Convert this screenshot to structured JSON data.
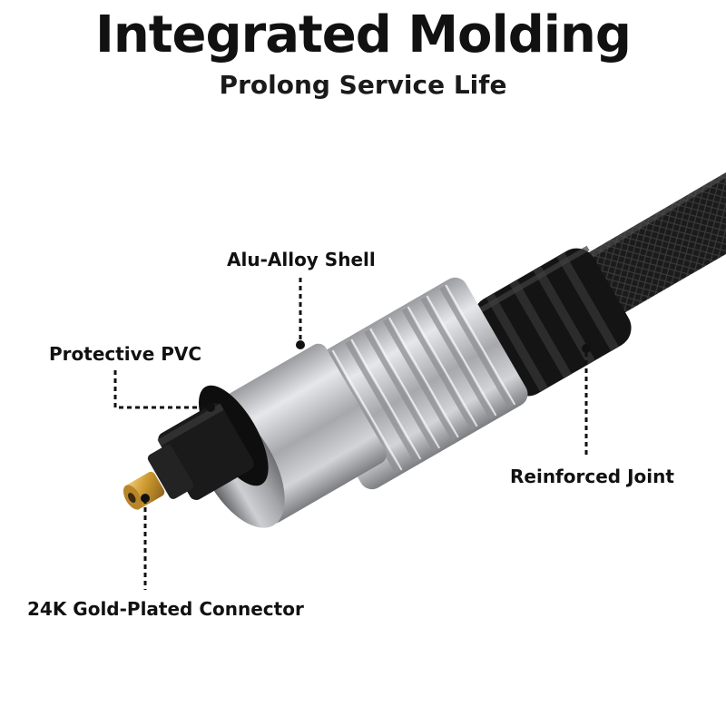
{
  "header": {
    "title": "Integrated Molding",
    "subtitle": "Prolong Service Life"
  },
  "callouts": {
    "shell": "Alu-Alloy Shell",
    "pvc": "Protective PVC",
    "joint": "Reinforced Joint",
    "connector": "24K Gold-Plated Connector"
  },
  "colors": {
    "text": "#111111",
    "background": "#ffffff",
    "metal": "#c0c2c6",
    "gold": "#d4a83c",
    "cable": "#1c1c1c"
  }
}
